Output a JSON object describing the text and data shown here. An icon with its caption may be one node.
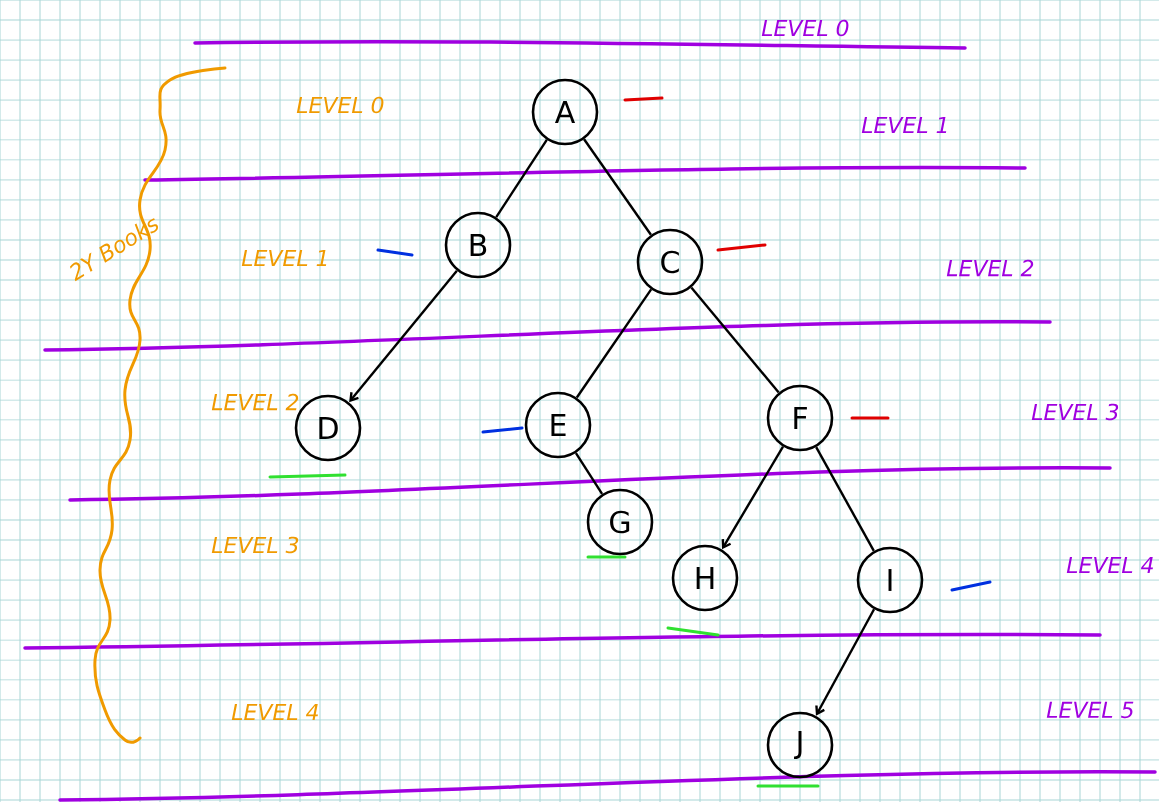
{
  "diagram": {
    "nodes": [
      {
        "text": [
          "A"
        ]
      },
      {
        "text": [
          "B"
        ]
      },
      {
        "text": [
          "C"
        ]
      },
      {
        "text": [
          "D"
        ]
      },
      {
        "text": [
          "E"
        ]
      },
      {
        "text": [
          "F"
        ]
      },
      {
        "text": [
          "G"
        ]
      },
      {
        "text": [
          "H"
        ]
      },
      {
        "text": [
          "I"
        ]
      },
      {
        "text": [
          "J"
        ]
      }
    ],
    "edges": [
      {
        "from": 0,
        "to": 1,
        "arrow": "none"
      },
      {
        "from": 0,
        "to": 2,
        "arrow": "none"
      },
      {
        "from": 1,
        "to": 3,
        "arrow": "to"
      },
      {
        "from": 2,
        "to": 4,
        "arrow": "none"
      },
      {
        "from": 2,
        "to": 5,
        "arrow": "none"
      },
      {
        "from": 4,
        "to": 6,
        "arrow": "none"
      },
      {
        "from": 5,
        "to": 7,
        "arrow": "to"
      },
      {
        "from": 5,
        "to": 8,
        "arrow": "none"
      },
      {
        "from": 8,
        "to": 9,
        "arrow": "to"
      }
    ],
    "labels": [
      "LEVEL 0",
      "LEVEL 0",
      "LEVEL 1",
      "2Y Books",
      "LEVEL 1",
      "LEVEL 2",
      "LEVEL 2",
      "LEVEL 3",
      "LEVEL 3",
      "LEVEL 4",
      "LEVEL 4",
      "LEVEL 5"
    ]
  }
}
